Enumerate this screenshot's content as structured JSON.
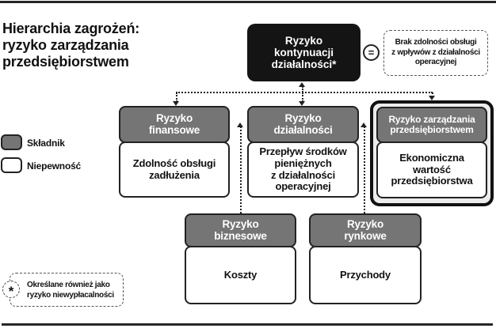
{
  "page": {
    "title": "Hierarchia zagrożeń:\nryzyko zarządzania\nprzedsiębiorstwem"
  },
  "legend": {
    "component_label": "Składnik",
    "uncertainty_label": "Niepewność"
  },
  "colors": {
    "component_gray": "#757575",
    "continuity_black": "#141414",
    "highlight_fill": "#ececec",
    "line": "#222222"
  },
  "diagram": {
    "top_node": {
      "label": "Ryzyko\nkontynuacji\ndziałalności*"
    },
    "equals_symbol": "=",
    "equals_note": "Brak zdolności obsługi\nz wpływów z działalności\noperacyjnej",
    "nodes": {
      "finansowe": {
        "header": "Ryzyko\nfinansowe",
        "body": "Zdolność obsługi\nzadłużenia"
      },
      "dzialalnosci": {
        "header": "Ryzyko\ndziałalności",
        "body": "Przepływ środków\npieniężnych\nz działalności\noperacyjnej"
      },
      "zarzadzania": {
        "header": "Ryzyko zarządzania\nprzedsiębiorstwem",
        "body": "Ekonomiczna\nwartość\nprzedsiębiorstwa"
      },
      "biznesowe": {
        "header": "Ryzyko\nbiznesowe",
        "body": "Koszty"
      },
      "rynkowe": {
        "header": "Ryzyko\nrynkowe",
        "body": "Przychody"
      }
    }
  },
  "footnote": {
    "symbol": "*",
    "text": "Określane również jako\nryzyko niewypłacalności"
  }
}
